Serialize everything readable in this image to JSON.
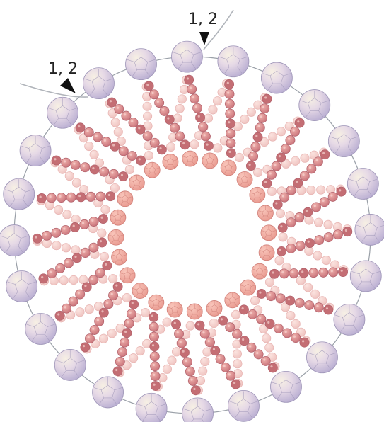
{
  "diagram": {
    "callouts": [
      {
        "label": "1, 2",
        "pointer": "arrow-down"
      },
      {
        "label": "1, 2",
        "pointer": "arrow-down-right"
      }
    ],
    "ring": {
      "outer_bead_count": 24,
      "spoke_count": 24,
      "beads_per_spoke": 8,
      "outer_bead_colors": [
        "#e9dde8",
        "#cfc4e2",
        "#f4ecd9",
        "#b7add0"
      ],
      "spoke_bead_color": "#d98e8e",
      "spoke_bead_dark": "#c46e74",
      "inner_bead_color": "#f2b1a6",
      "thread_color": "#9aa0a8"
    }
  }
}
